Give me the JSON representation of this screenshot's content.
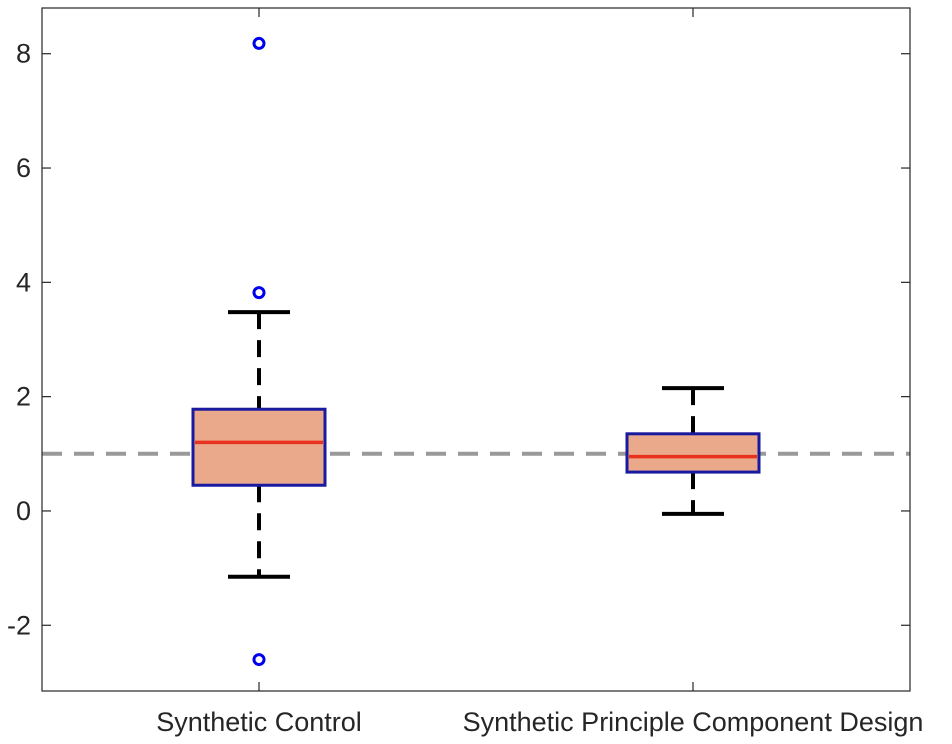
{
  "chart_data": {
    "type": "boxplot",
    "title": "",
    "xlabel": "",
    "ylabel": "",
    "ylim": [
      -3.15,
      8.8
    ],
    "grid": false,
    "legend": "none",
    "categories": [
      "Synthetic Control",
      "Synthetic Principle Component Design"
    ],
    "yticks": [
      -2,
      0,
      2,
      4,
      6,
      8
    ],
    "ytick_labels": [
      "-2",
      "0",
      "2",
      "4",
      "6",
      "8"
    ],
    "reference_line": {
      "y": 1,
      "style": "dashed",
      "color": "#999999"
    },
    "boxes": [
      {
        "category": "Synthetic Control",
        "whisker_low": -1.15,
        "q1": 0.45,
        "median": 1.2,
        "q3": 1.78,
        "whisker_high": 3.48,
        "outliers": [
          8.18,
          3.82,
          -2.6
        ]
      },
      {
        "category": "Synthetic Principle Component Design",
        "whisker_low": -0.05,
        "q1": 0.68,
        "median": 0.95,
        "q3": 1.35,
        "whisker_high": 2.15,
        "outliers": []
      }
    ],
    "colors": {
      "box_fill": "#eaa98a",
      "box_edge": "#1a1aa0",
      "median": "#e8321e",
      "whisker": "#000000",
      "outlier": "#0000ee",
      "axis": "#262626"
    }
  }
}
